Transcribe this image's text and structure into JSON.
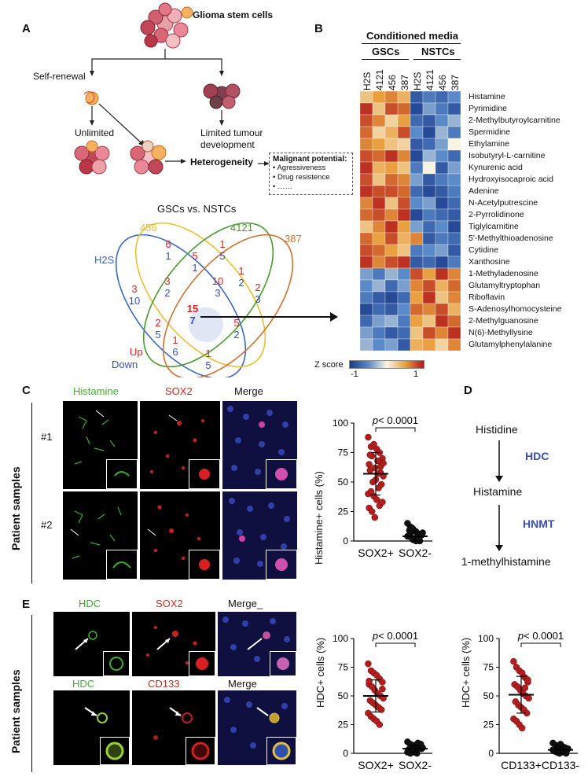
{
  "panelA": {
    "label": "A",
    "gsc_label": "Glioma stem cells",
    "self_renewal": "Self-renewal",
    "unlimited": "Unlimited",
    "limited": "Limited tumour development",
    "heterogeneity": "Heterogeneity",
    "malignant_title": "Malignant potential:",
    "malignant_items": [
      "Agressiveness",
      "Drug resistence",
      "……"
    ],
    "venn_title": "GSCs vs. NSTCs",
    "venn_sets": {
      "s456": "456",
      "s4121": "4121",
      "sH2S": "H2S",
      "s387": "387"
    },
    "up": "Up",
    "down": "Down",
    "venn_numbers": [
      {
        "up": "6",
        "down": "1"
      },
      {
        "up": "5",
        "down": "1"
      },
      {
        "up": "1",
        "down": "5"
      },
      {
        "up": "3",
        "down": "10"
      },
      {
        "up": "3",
        "down": "2"
      },
      {
        "up": "10",
        "down": "3"
      },
      {
        "up": "2",
        "down": "3"
      },
      {
        "up": "1",
        "down": "2"
      },
      {
        "up": "15",
        "down": "7"
      },
      {
        "up": "2",
        "down": "5"
      },
      {
        "up": "5",
        "down": "2"
      },
      {
        "up": "1",
        "down": "6"
      },
      {
        "up": "1",
        "down": "5"
      }
    ]
  },
  "panelB": {
    "label": "B",
    "header": "Conditioned media",
    "group1": "GSCs",
    "group2": "NSTCs",
    "columns": [
      "H2S",
      "4121",
      "456",
      "387",
      "H2S",
      "4121",
      "456",
      "387"
    ],
    "rows": [
      "Histamine",
      "Pyrimidine",
      "2-Methylbutyroylcarnitine",
      "Spermidine",
      "Ethylamine",
      "Isobutyryl-L-carnitine",
      "Kynurenic acid",
      "Hydroxyisocaproic acid",
      "Adenine",
      "N-Acetylputrescine",
      "2-Pyrrolidinone",
      "Tiglylcarnitine",
      "5'-Methylthioadenosine",
      "Cytidine",
      "Xanthosine",
      "1-Methyladenosine",
      "Glutamyltryptophan",
      "Riboflavin",
      "S-Adenosylhomocysteine",
      "2-Methylguanosine",
      "N(6)-Methyllysine",
      "Glutamylphenylalanine"
    ],
    "zscore_label": "Z score",
    "zmin": "-1",
    "zmax": "1",
    "matrix": [
      [
        0.3,
        0.5,
        0.6,
        0.4,
        -0.8,
        -0.6,
        -0.7,
        -0.5
      ],
      [
        0.9,
        0.3,
        0.8,
        0.7,
        -0.9,
        -0.4,
        -0.6,
        -0.8
      ],
      [
        0.8,
        0.6,
        0.2,
        0.5,
        -0.7,
        -0.8,
        -0.5,
        -0.3
      ],
      [
        0.7,
        0.2,
        0.4,
        0.8,
        -0.5,
        -0.9,
        -0.3,
        -0.6
      ],
      [
        0.6,
        0.5,
        0.3,
        0.2,
        -0.8,
        -0.7,
        -0.4,
        0.0
      ],
      [
        0.8,
        0.7,
        0.9,
        0.6,
        -0.9,
        -0.3,
        -0.5,
        -0.7
      ],
      [
        0.9,
        0.4,
        0.5,
        0.3,
        -0.6,
        0.0,
        -0.8,
        -0.4
      ],
      [
        0.8,
        0.3,
        0.7,
        0.6,
        -0.4,
        -0.8,
        -0.6,
        -0.5
      ],
      [
        0.9,
        0.8,
        0.8,
        0.7,
        -0.7,
        -0.9,
        -0.8,
        -0.6
      ],
      [
        0.6,
        0.9,
        0.3,
        0.8,
        -0.5,
        -0.4,
        -0.9,
        -0.7
      ],
      [
        0.7,
        0.8,
        0.6,
        0.9,
        -0.9,
        -0.6,
        -0.7,
        -0.8
      ],
      [
        0.3,
        0.6,
        0.9,
        0.5,
        -0.4,
        -0.7,
        -0.5,
        -0.9
      ],
      [
        0.7,
        0.5,
        0.8,
        0.4,
        0.6,
        -0.8,
        -0.6,
        -0.7
      ],
      [
        0.8,
        0.7,
        0.5,
        0.3,
        -0.6,
        -0.5,
        -0.4,
        -0.8
      ],
      [
        0.9,
        0.6,
        0.8,
        0.9,
        -0.8,
        -0.7,
        -0.9,
        -0.6
      ],
      [
        -0.4,
        -0.6,
        -0.3,
        -0.5,
        0.8,
        0.5,
        0.9,
        0.6
      ],
      [
        -0.5,
        -0.3,
        -0.7,
        -0.4,
        0.6,
        0.8,
        0.4,
        0.7
      ],
      [
        -0.6,
        -0.8,
        -0.9,
        -0.7,
        0.5,
        0.9,
        0.3,
        0.6
      ],
      [
        -0.9,
        -0.7,
        -0.8,
        -0.5,
        0.7,
        0.6,
        0.8,
        0.4
      ],
      [
        -0.7,
        -0.4,
        -0.3,
        -0.6,
        0.5,
        0.3,
        0.9,
        0.7
      ],
      [
        -0.4,
        -0.6,
        -0.8,
        -0.7,
        0.3,
        0.8,
        0.6,
        0.9
      ],
      [
        -0.3,
        -0.5,
        -0.4,
        -0.8,
        0.4,
        0.5,
        0.2,
        0.6
      ]
    ]
  },
  "panelC": {
    "label": "C",
    "histamine": "Histamine",
    "sox2": "SOX2",
    "merge": "Merge",
    "patient_samples": "Patient samples",
    "sample1": "#1",
    "sample2": "#2",
    "pvalue_p": "p",
    "pvalue_rest": "< 0.0001",
    "ylabel": "Histamine+ cells (%)",
    "yticks": [
      "0",
      "25",
      "50",
      "75",
      "100"
    ],
    "categories": [
      "SOX2+",
      "SOX2-"
    ]
  },
  "panelD": {
    "label": "D",
    "histidine": "Histidine",
    "hdc": "HDC",
    "histamine": "Histamine",
    "hnmt": "HNMT",
    "methylhistamine": "1-methylhistamine"
  },
  "panelE": {
    "label": "E",
    "hdc": "HDC",
    "sox2": "SOX2",
    "cd133": "CD133",
    "merge1": "Merge_",
    "merge2": "Merge",
    "patient_samples": "Patient samples",
    "pvalue_p": "p",
    "pvalue_rest": "< 0.0001",
    "ylabel": "HDC+ cells (%)",
    "yticks": [
      "0",
      "25",
      "50",
      "75",
      "100"
    ],
    "cats1": [
      "SOX2+",
      "SOX2-"
    ],
    "cats2": [
      "CD133+",
      "CD133-"
    ]
  },
  "chart_data": [
    {
      "type": "scatter",
      "ylabel": "Histamine+ cells (%)",
      "ylim": [
        0,
        100
      ],
      "categories": [
        "SOX2+",
        "SOX2-"
      ],
      "series": [
        {
          "values": [
            88,
            80,
            82,
            78,
            75,
            70,
            65,
            72,
            62,
            68,
            58,
            55,
            60,
            50,
            52,
            45,
            48,
            40,
            42,
            38,
            35,
            30,
            33,
            28,
            25,
            20,
            57,
            63,
            66,
            73
          ]
        },
        {
          "values": [
            15,
            12,
            10,
            8,
            6,
            5,
            4,
            3,
            2,
            1,
            0,
            7,
            9,
            11,
            2,
            3,
            5,
            4,
            6,
            1,
            0,
            2
          ]
        }
      ],
      "mean_sd": [
        {
          "mean": 57,
          "sd": 18
        },
        {
          "mean": 4,
          "sd": 4
        }
      ]
    },
    {
      "type": "scatter",
      "ylabel": "HDC+ cells (%)",
      "ylim": [
        0,
        100
      ],
      "categories": [
        "SOX2+",
        "SOX2-"
      ],
      "series": [
        {
          "values": [
            78,
            72,
            70,
            68,
            65,
            62,
            60,
            58,
            55,
            52,
            50,
            48,
            46,
            44,
            42,
            40,
            38,
            35,
            32,
            30,
            28,
            25,
            56,
            63
          ]
        },
        {
          "values": [
            10,
            8,
            7,
            6,
            5,
            4,
            3,
            2,
            1,
            0,
            6,
            5,
            4,
            3,
            2,
            9,
            8,
            1,
            0,
            3
          ]
        }
      ],
      "mean_sd": [
        {
          "mean": 50,
          "sd": 14
        },
        {
          "mean": 4,
          "sd": 3
        }
      ]
    },
    {
      "type": "scatter",
      "ylabel": "HDC+ cells (%)",
      "ylim": [
        0,
        100
      ],
      "categories": [
        "CD133+",
        "CD133-"
      ],
      "series": [
        {
          "values": [
            80,
            75,
            72,
            70,
            66,
            62,
            60,
            58,
            55,
            52,
            50,
            48,
            45,
            42,
            40,
            38,
            35,
            30,
            28,
            25,
            22,
            57,
            64
          ]
        },
        {
          "values": [
            9,
            7,
            6,
            5,
            4,
            3,
            2,
            1,
            0,
            6,
            5,
            4,
            3,
            2,
            8,
            1,
            0,
            3
          ]
        }
      ],
      "mean_sd": [
        {
          "mean": 51,
          "sd": 16
        },
        {
          "mean": 3,
          "sd": 3
        }
      ]
    }
  ],
  "colors": {
    "up_red": "#e02020",
    "down_blue": "#3a4fb0",
    "stain_green": "#3fae2a",
    "dot_red": "#b02020"
  }
}
